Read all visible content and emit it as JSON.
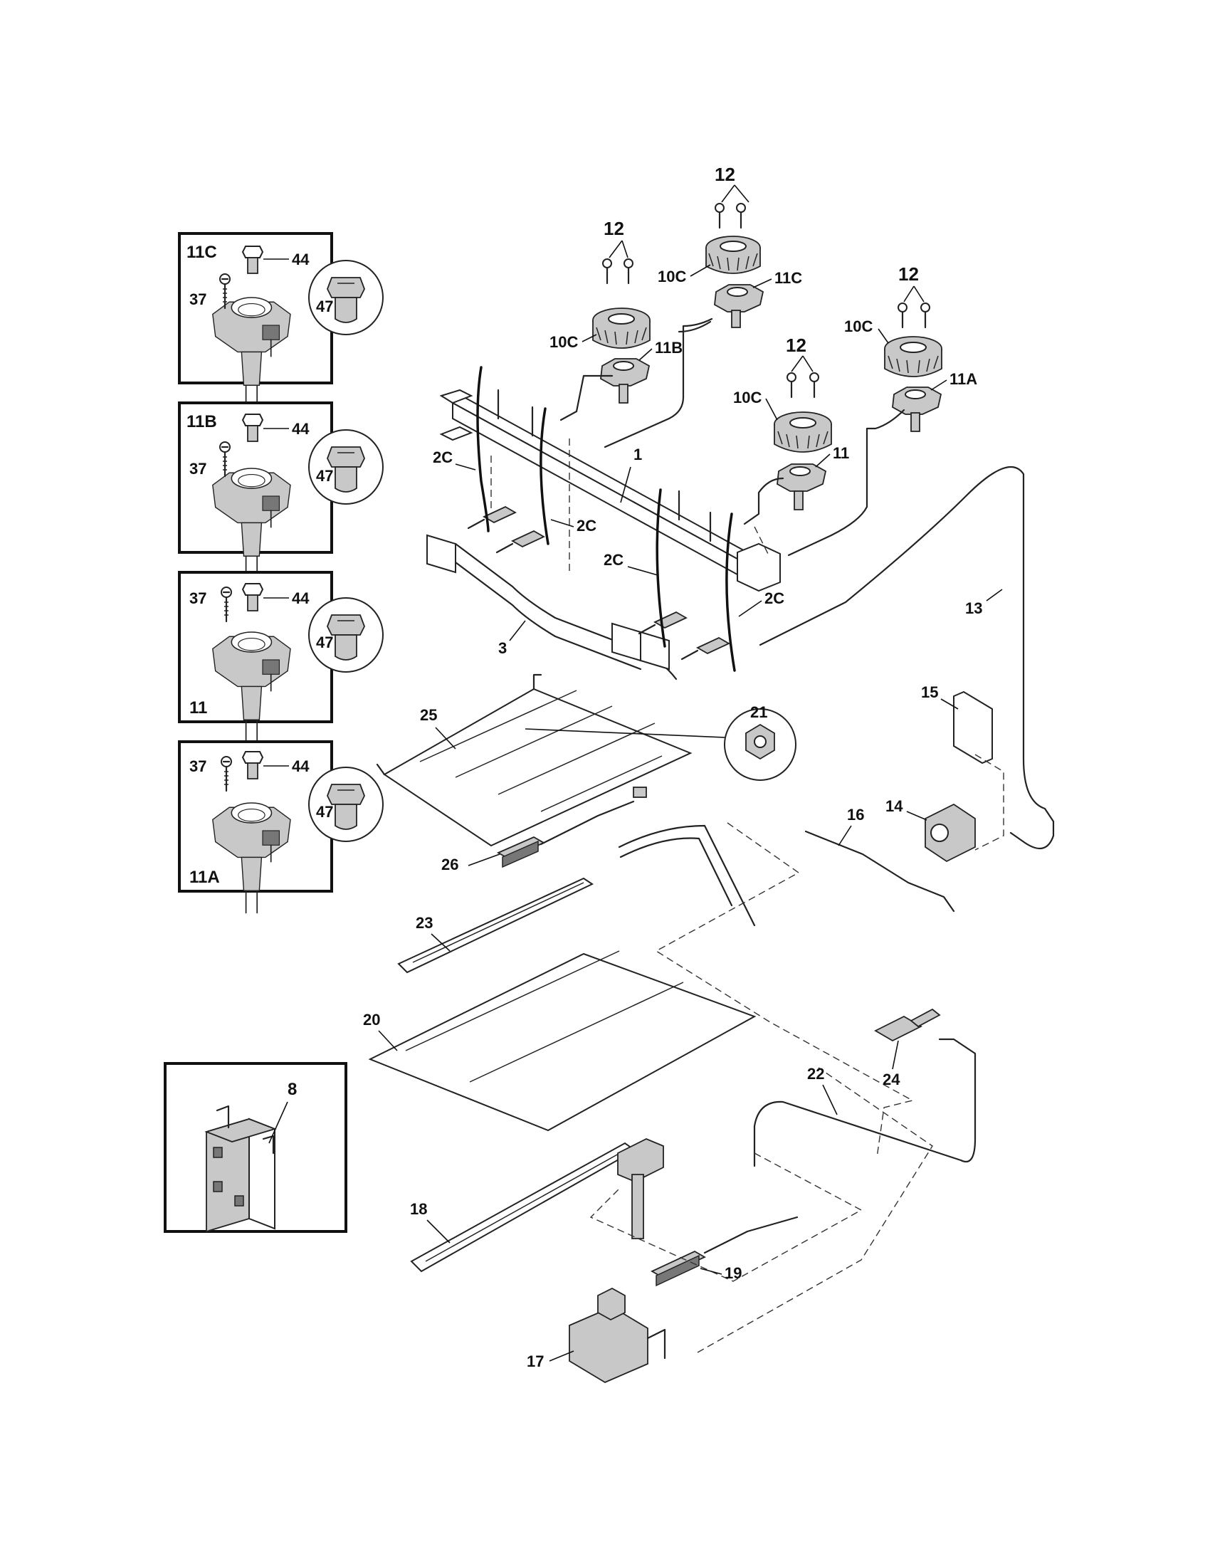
{
  "labels": {
    "l12a": "12",
    "l12b": "12",
    "l12c": "12",
    "l12d": "12",
    "l10c_a": "10C",
    "l10c_b": "10C",
    "l10c_c": "10C",
    "l10c_d": "10C",
    "l11c": "11C",
    "l11b": "11B",
    "l11a": "11A",
    "l11": "11",
    "l1": "1",
    "l2c_a": "2C",
    "l2c_b": "2C",
    "l2c_c": "2C",
    "l2c_d": "2C",
    "l3": "3",
    "l13": "13",
    "l15": "15",
    "l14": "14",
    "l16": "16",
    "l21": "21",
    "l25": "25",
    "l26": "26",
    "l23": "23",
    "l20": "20",
    "l22": "22",
    "l24": "24",
    "l18": "18",
    "l19": "19",
    "l17": "17"
  },
  "insets": {
    "i11c": {
      "title": "11C",
      "a": "37",
      "b": "44",
      "c": "47"
    },
    "i11b": {
      "title": "11B",
      "a": "37",
      "b": "44",
      "c": "47"
    },
    "i11": {
      "title": "11",
      "a": "37",
      "b": "44",
      "c": "47"
    },
    "i11a": {
      "title": "11A",
      "a": "37",
      "b": "44",
      "c": "47"
    },
    "i8": {
      "title": "8"
    }
  }
}
